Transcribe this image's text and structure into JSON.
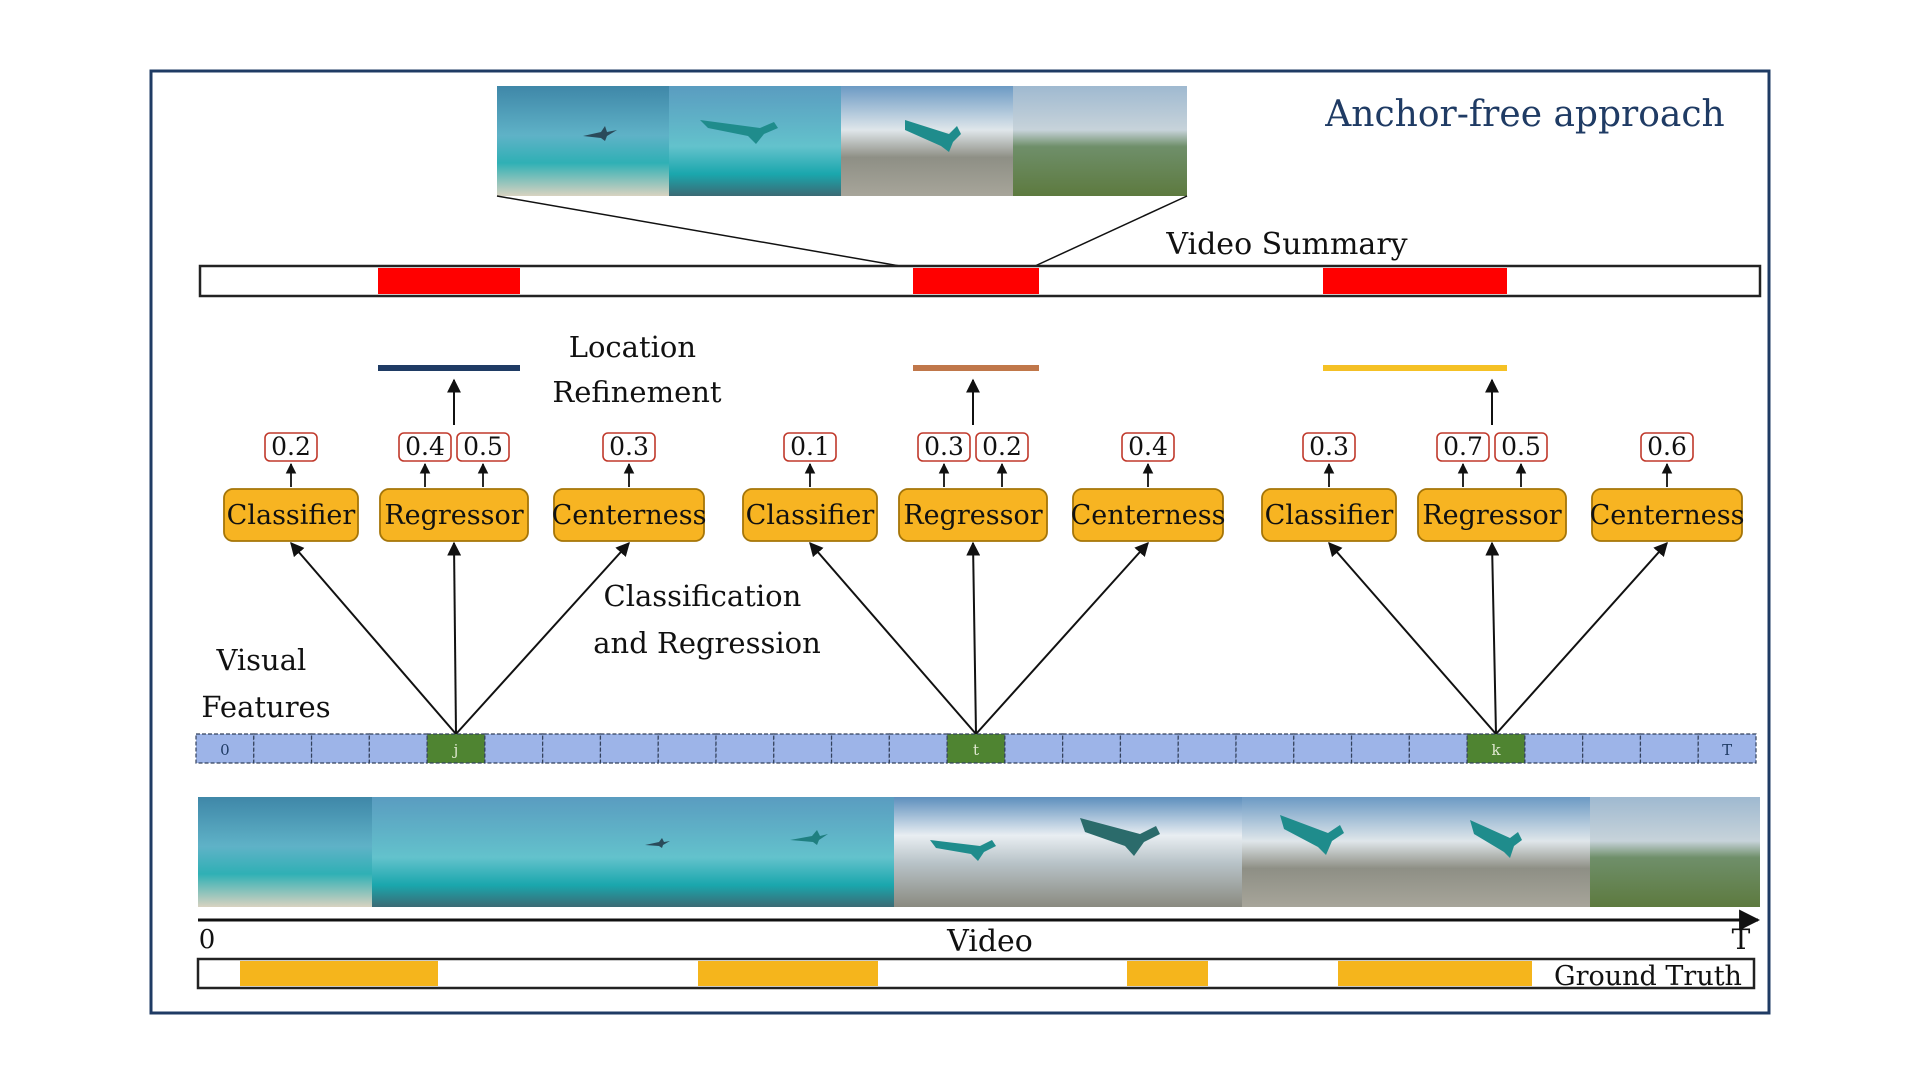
{
  "title": "Anchor-free approach",
  "summary_label": "Video Summary",
  "location_refinement": [
    "Location",
    "Refinement"
  ],
  "classification_label": [
    "Classification",
    "and Regression"
  ],
  "visual_features_label": [
    "Visual",
    "Features"
  ],
  "video_label": "Video",
  "axis_start": "0",
  "axis_end": "T",
  "ground_truth_label": "Ground Truth",
  "colors": {
    "frame": "#1f3b64",
    "title": "#1f3b64",
    "summary_segment": "#ff0000",
    "head_fill": "#f7b422",
    "feature_cell": "#9db4e8",
    "feature_selected": "#4f8431",
    "ground_truth": "#f5b51c",
    "score_border": "#c0392b"
  },
  "feature_cells": [
    {
      "label": "0"
    },
    {
      "label": ""
    },
    {
      "label": ""
    },
    {
      "label": ""
    },
    {
      "label": "j",
      "selected": true
    },
    {
      "label": ""
    },
    {
      "label": ""
    },
    {
      "label": ""
    },
    {
      "label": ""
    },
    {
      "label": ""
    },
    {
      "label": ""
    },
    {
      "label": ""
    },
    {
      "label": ""
    },
    {
      "label": "t",
      "selected": true
    },
    {
      "label": ""
    },
    {
      "label": ""
    },
    {
      "label": ""
    },
    {
      "label": ""
    },
    {
      "label": ""
    },
    {
      "label": ""
    },
    {
      "label": ""
    },
    {
      "label": ""
    },
    {
      "label": "k",
      "selected": true
    },
    {
      "label": ""
    },
    {
      "label": ""
    },
    {
      "label": ""
    },
    {
      "label": "T"
    }
  ],
  "groups": [
    {
      "anchor": "j",
      "refine_color": "#1f3b64",
      "classifier": {
        "label": "Classifier",
        "scores": [
          "0.2"
        ]
      },
      "regressor": {
        "label": "Regressor",
        "scores": [
          "0.4",
          "0.5"
        ]
      },
      "centerness": {
        "label": "Centerness",
        "scores": [
          "0.3"
        ]
      }
    },
    {
      "anchor": "t",
      "refine_color": "#c0774a",
      "classifier": {
        "label": "Classifier",
        "scores": [
          "0.1"
        ]
      },
      "regressor": {
        "label": "Regressor",
        "scores": [
          "0.3",
          "0.2"
        ]
      },
      "centerness": {
        "label": "Centerness",
        "scores": [
          "0.4"
        ]
      }
    },
    {
      "anchor": "k",
      "refine_color": "#f5c125",
      "classifier": {
        "label": "Classifier",
        "scores": [
          "0.3"
        ]
      },
      "regressor": {
        "label": "Regressor",
        "scores": [
          "0.7",
          "0.5"
        ]
      },
      "centerness": {
        "label": "Centerness",
        "scores": [
          "0.6"
        ]
      }
    }
  ]
}
